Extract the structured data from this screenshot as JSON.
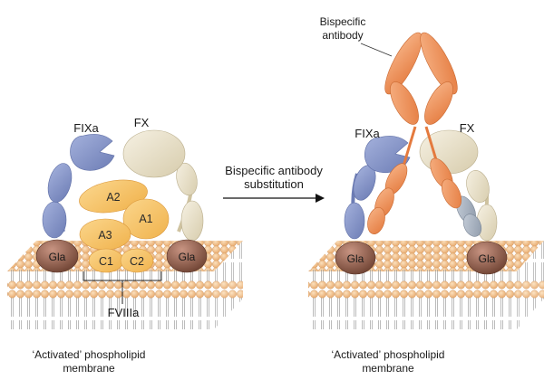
{
  "left_panel": {
    "fixa_label": "FIXa",
    "fx_label": "FX",
    "domains": {
      "a2": "A2",
      "a1": "A1",
      "a3": "A3",
      "c1": "C1",
      "c2": "C2"
    },
    "gla_left": "Gla",
    "gla_right": "Gla",
    "fviiia_label": "FVIIIa",
    "caption_line1": "‘Activated’ phospholipid",
    "caption_line2": "membrane"
  },
  "arrow": {
    "line1": "Bispecific antibody",
    "line2": "substitution"
  },
  "right_panel": {
    "antibody_line1": "Bispecific",
    "antibody_line2": "antibody",
    "fixa_label": "FIXa",
    "fx_label": "FX",
    "gla_left": "Gla",
    "gla_right": "Gla",
    "caption_line1": "‘Activated’ phospholipid",
    "caption_line2": "membrane"
  },
  "colors": {
    "fixa_blue": "#7f8fc3",
    "fx_beige": "#e9e1c9",
    "fviiia_yellow": "#f6c462",
    "antibody_orange": "#f0925a",
    "gla_brown": "#8a5a48",
    "lipid_head": "#f3be86"
  }
}
